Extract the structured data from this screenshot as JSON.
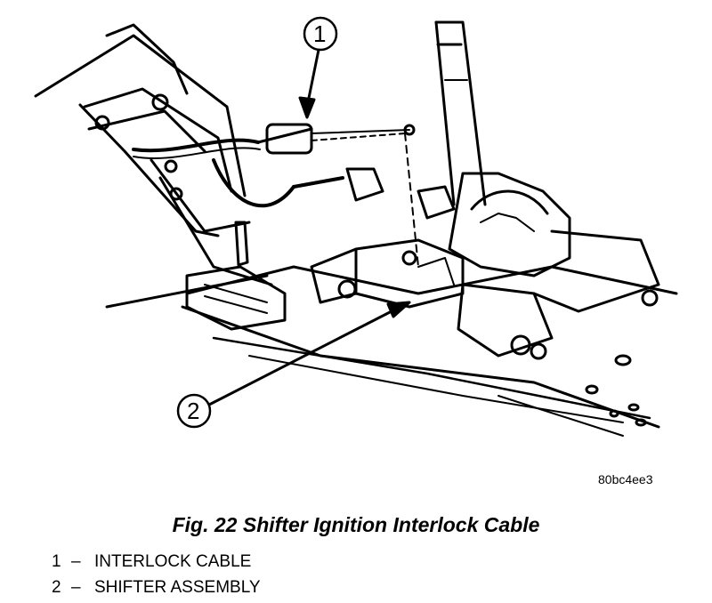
{
  "figure": {
    "ref_code": "80bc4ee3",
    "caption": "Fig. 22 Shifter Ignition Interlock Cable"
  },
  "callouts": [
    {
      "number": "1"
    },
    {
      "number": "2"
    }
  ],
  "legend": [
    {
      "number": "1",
      "dash": "–",
      "label": "INTERLOCK CABLE"
    },
    {
      "number": "2",
      "dash": "–",
      "label": "SHIFTER ASSEMBLY"
    }
  ]
}
